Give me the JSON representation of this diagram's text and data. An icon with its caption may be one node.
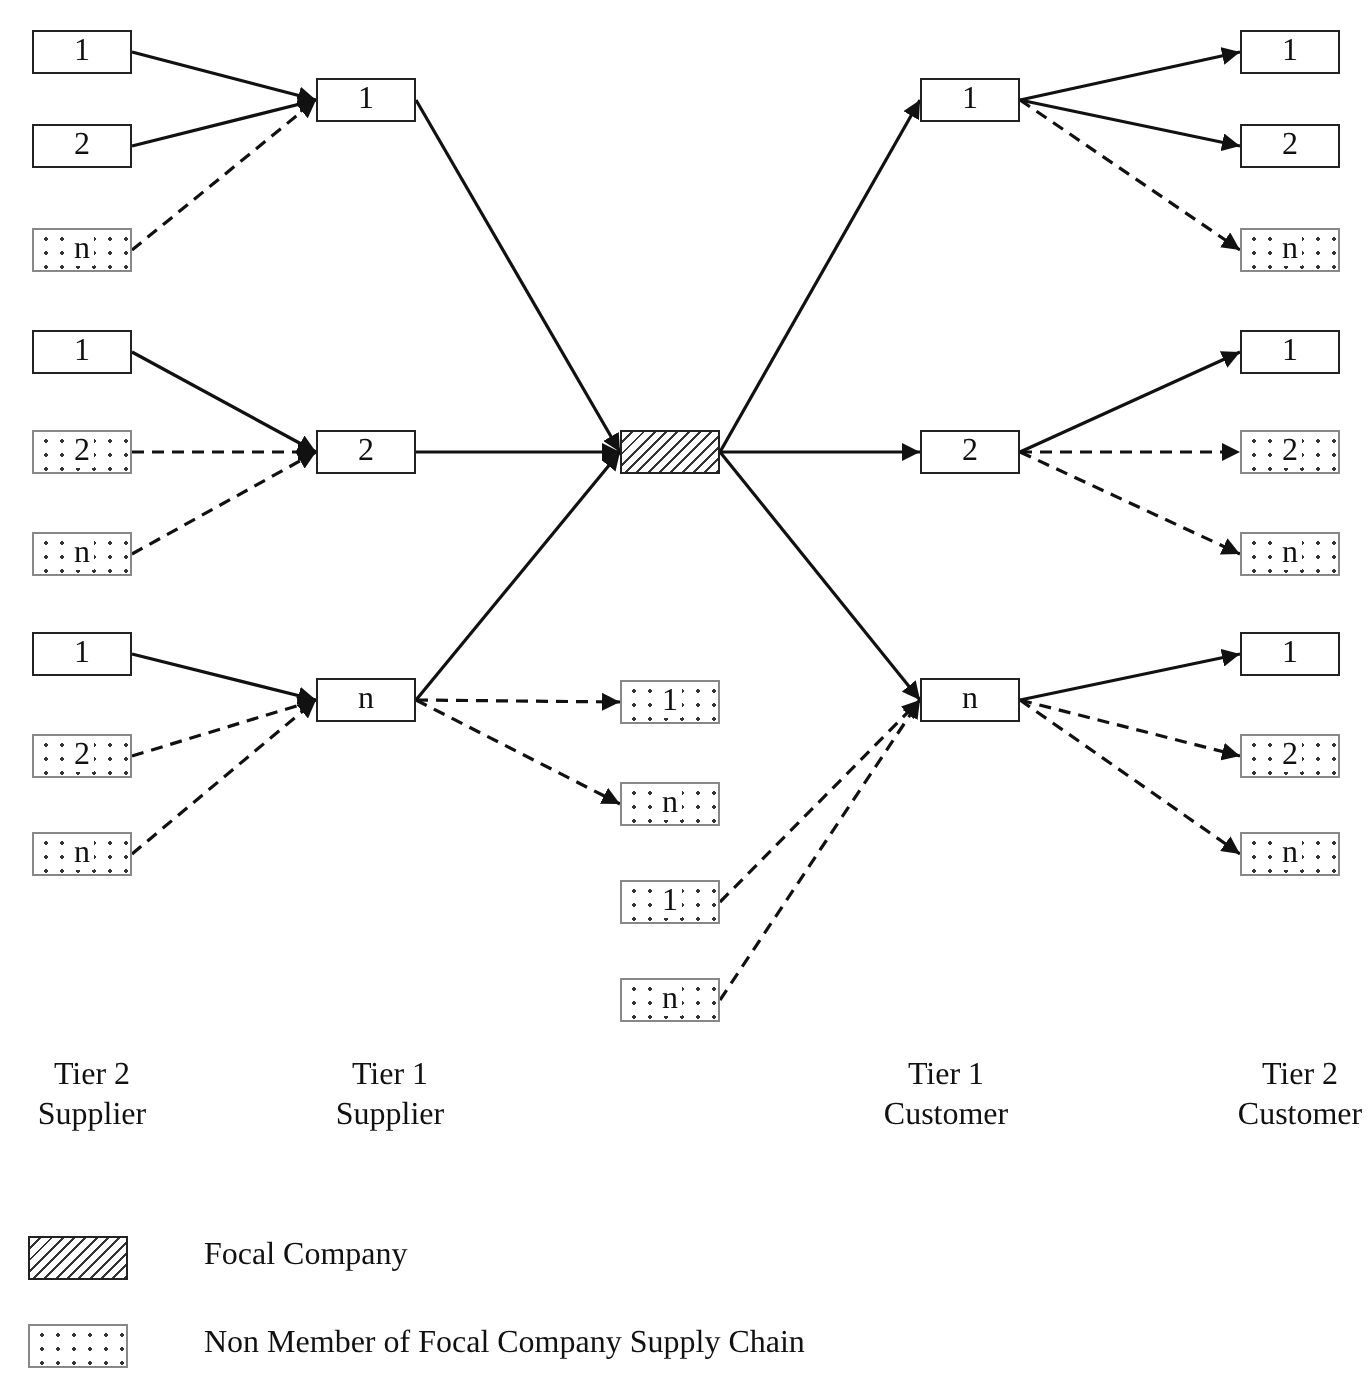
{
  "diagram": {
    "nodes": [
      {
        "text": [
          "1"
        ]
      },
      {
        "text": [
          "2"
        ]
      },
      {
        "text": [
          "n"
        ]
      },
      {
        "text": [
          "1"
        ]
      },
      {
        "text": [
          "2"
        ]
      },
      {
        "text": [
          "n"
        ]
      },
      {
        "text": [
          "1"
        ]
      },
      {
        "text": [
          "2"
        ]
      },
      {
        "text": [
          "n"
        ]
      },
      {
        "text": [
          "1"
        ]
      },
      {
        "text": [
          "2"
        ]
      },
      {
        "text": [
          "n"
        ]
      },
      {
        "text": [],
        "shape": "box"
      },
      {
        "text": [
          "1"
        ]
      },
      {
        "text": [
          "n"
        ]
      },
      {
        "text": [
          "1"
        ]
      },
      {
        "text": [
          "n"
        ]
      },
      {
        "text": [
          "1"
        ]
      },
      {
        "text": [
          "2"
        ]
      },
      {
        "text": [
          "n"
        ]
      },
      {
        "text": [
          "1"
        ]
      },
      {
        "text": [
          "2"
        ]
      },
      {
        "text": [
          "n"
        ]
      },
      {
        "text": [
          "1"
        ]
      },
      {
        "text": [
          "2"
        ]
      },
      {
        "text": [
          "n"
        ]
      },
      {
        "text": [
          "1"
        ]
      },
      {
        "text": [
          "2"
        ]
      },
      {
        "text": [
          "n"
        ]
      }
    ],
    "edges": [
      {
        "from": 0,
        "to": 9,
        "arrow": "to"
      },
      {
        "from": 1,
        "to": 9,
        "arrow": "to"
      },
      {
        "from": 2,
        "to": 9,
        "arrow": "to",
        "style": "dashed"
      },
      {
        "from": 3,
        "to": 10,
        "arrow": "to"
      },
      {
        "from": 4,
        "to": 10,
        "arrow": "to",
        "style": "dashed"
      },
      {
        "from": 5,
        "to": 10,
        "arrow": "to",
        "style": "dashed"
      },
      {
        "from": 6,
        "to": 11,
        "arrow": "to"
      },
      {
        "from": 7,
        "to": 11,
        "arrow": "to",
        "style": "dashed"
      },
      {
        "from": 8,
        "to": 11,
        "arrow": "to",
        "style": "dashed"
      },
      {
        "from": 9,
        "to": 12,
        "arrow": "to"
      },
      {
        "from": 10,
        "to": 12,
        "arrow": "to"
      },
      {
        "from": 11,
        "to": 12,
        "arrow": "to"
      },
      {
        "from": 12,
        "to": 17,
        "arrow": "to"
      },
      {
        "from": 12,
        "to": 18,
        "arrow": "to"
      },
      {
        "from": 12,
        "to": 19,
        "arrow": "to"
      },
      {
        "from": 11,
        "to": 13,
        "arrow": "to",
        "style": "dashed"
      },
      {
        "from": 11,
        "to": 14,
        "arrow": "to",
        "style": "dashed"
      },
      {
        "from": 15,
        "to": 19,
        "arrow": "to",
        "style": "dashed"
      },
      {
        "from": 16,
        "to": 19,
        "arrow": "to",
        "style": "dashed"
      },
      {
        "from": 17,
        "to": 20,
        "arrow": "to"
      },
      {
        "from": 17,
        "to": 21,
        "arrow": "to"
      },
      {
        "from": 17,
        "to": 22,
        "arrow": "to",
        "style": "dashed"
      },
      {
        "from": 18,
        "to": 23,
        "arrow": "to"
      },
      {
        "from": 18,
        "to": 24,
        "arrow": "to",
        "style": "dashed"
      },
      {
        "from": 18,
        "to": 25,
        "arrow": "to",
        "style": "dashed"
      },
      {
        "from": 19,
        "to": 26,
        "arrow": "to"
      },
      {
        "from": 19,
        "to": 27,
        "arrow": "to",
        "style": "dashed"
      },
      {
        "from": 19,
        "to": 28,
        "arrow": "to",
        "style": "dashed"
      }
    ],
    "labels": [
      "Tier 2 Supplier",
      "Tier 1 Supplier",
      "Tier 1 Customer",
      "Tier 2 Customer"
    ],
    "legend": [
      {
        "text": "Focal Company"
      },
      {
        "text": "Non Member of Focal Company Supply Chain"
      }
    ]
  }
}
